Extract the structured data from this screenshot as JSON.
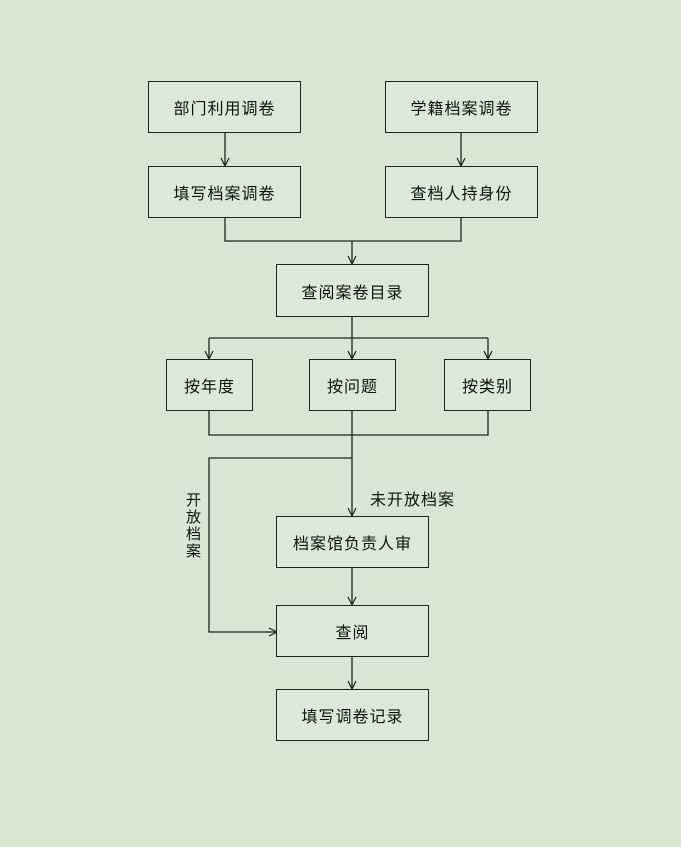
{
  "nodes": {
    "dept": "部门利用调卷",
    "student": "学籍档案调卷",
    "fill_form": "填写档案调卷",
    "id_card": "查档人持身份",
    "catalog": "查阅案卷目录",
    "by_year": "按年度",
    "by_issue": "按问题",
    "by_category": "按类别",
    "approve": "档案馆负责人审",
    "review": "查阅",
    "record": "填写调卷记录"
  },
  "edge_labels": {
    "not_open": "未开放档案",
    "open": "开放档案"
  }
}
